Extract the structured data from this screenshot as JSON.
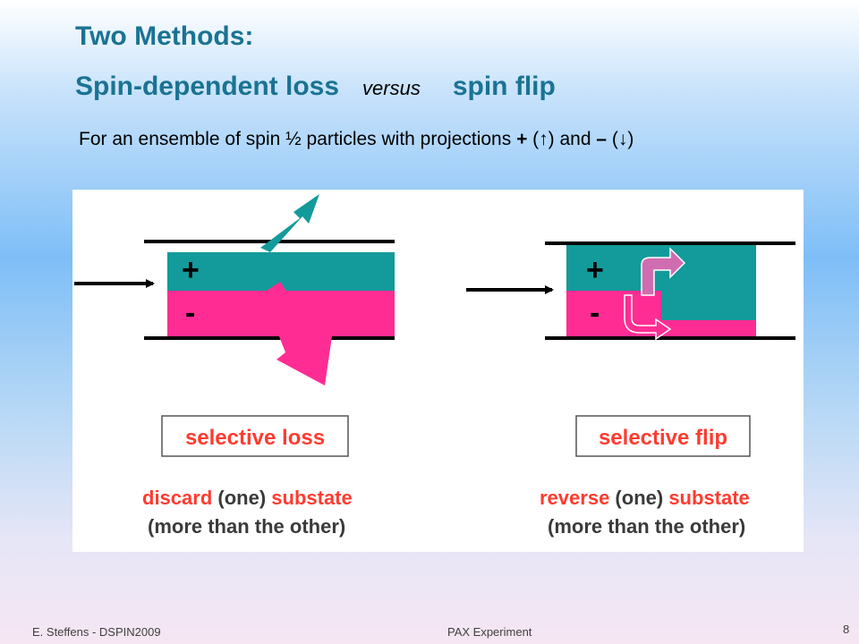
{
  "slide": {
    "title_line1": "Two Methods:",
    "title_line2_a": "Spin-dependent  loss",
    "title_line2_b": "versus",
    "title_line2_c": "spin flip",
    "subtitle_a": "For an ensemble of spin ½ particles with projections ",
    "subtitle_plus": "+",
    "subtitle_b": " (↑) and ",
    "subtitle_minus": "–",
    "subtitle_c": " (↓)"
  },
  "left_diagram": {
    "plus_label": "+",
    "minus_label": "-",
    "box_label": "selective loss",
    "desc_line1_a": "discard",
    "desc_line1_b": " (one) ",
    "desc_line1_c": "substate",
    "desc_line2": "(more than the other)"
  },
  "right_diagram": {
    "plus_label": "+",
    "minus_label": "-",
    "box_label": "selective flip",
    "desc_line1_a": "reverse",
    "desc_line1_b": " (one) ",
    "desc_line1_c": "substate",
    "desc_line2": "(more than the other)"
  },
  "colors": {
    "title": "#1a7393",
    "teal": "#139a9a",
    "magenta": "#ff2d93",
    "label_red": "#ff3b30"
  },
  "footer": {
    "author": "E. Steffens  -  DSPIN2009",
    "center": "PAX Experiment",
    "page": "8"
  }
}
